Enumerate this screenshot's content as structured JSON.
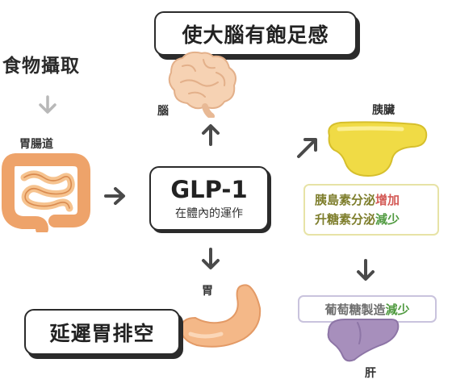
{
  "title_box": "使大腦有飽足感",
  "food_intake": "食物攝取",
  "gut_label": "胃腸道",
  "glp": {
    "title": "GLP-1",
    "subtitle": "在體內的運作"
  },
  "brain_label": "腦",
  "pancreas_label": "胰臟",
  "stomach_label": "胃",
  "liver_label": "肝",
  "pancreas_box": {
    "line1_prefix": "胰島素分泌",
    "line1_effect": "增加",
    "line2_prefix": "升糖素分泌",
    "line2_effect": "減少"
  },
  "liver_box": {
    "prefix": "葡萄糖製造",
    "effect": "減少"
  },
  "stomach_effect": "延遲胃排空",
  "colors": {
    "increase": "#d45b57",
    "decrease": "#4f9a3f",
    "arrow": "#4a4a4a",
    "arrow_light": "#b8b8b8"
  }
}
